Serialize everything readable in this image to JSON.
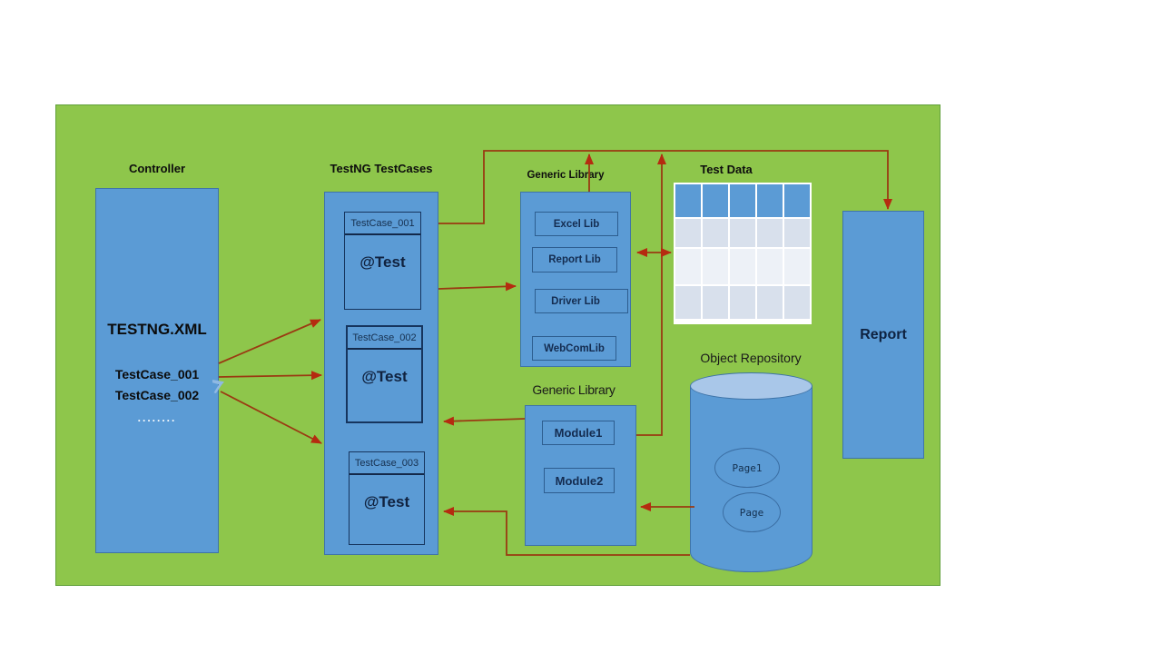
{
  "diagram": {
    "controller": {
      "heading": "Controller",
      "file": "TESTNG.XML",
      "case1": "TestCase_001",
      "case2": "TestCase_002",
      "ellipsis": "........"
    },
    "testng": {
      "heading": "TestNG TestCases",
      "cases": [
        {
          "name": "TestCase_001",
          "annotation": "@Test"
        },
        {
          "name": "TestCase_002",
          "annotation": "@Test"
        },
        {
          "name": "TestCase_003",
          "annotation": "@Test"
        }
      ]
    },
    "generic_library_top": {
      "heading": "Generic Library",
      "libs": [
        {
          "label": "Excel Lib"
        },
        {
          "label": "Report Lib"
        },
        {
          "label": "Driver Lib"
        },
        {
          "label": "WebComLib"
        }
      ]
    },
    "test_data": {
      "heading": "Test Data",
      "columns": 5,
      "body_rows": 3
    },
    "report": {
      "label": "Report"
    },
    "object_repository": {
      "heading": "Object Repository",
      "pages": [
        {
          "label": "Page1"
        },
        {
          "label": "Page"
        }
      ]
    },
    "generic_library_bottom": {
      "heading": "Generic Library",
      "modules": [
        {
          "label": "Module1"
        },
        {
          "label": "Module2"
        }
      ]
    },
    "connections": [
      {
        "from": "TESTNG.XML",
        "to": "TestCase_001 box",
        "arrow": "right"
      },
      {
        "from": "TESTNG.XML",
        "to": "TestCase_002 box",
        "arrow": "right"
      },
      {
        "from": "TESTNG.XML",
        "to": "TestCase_003 box",
        "arrow": "right"
      },
      {
        "from": "TestCase_001 box",
        "to": "Report",
        "arrow": "elbow down into Report"
      },
      {
        "from": "Generic Library (top)",
        "to": "top line to Report",
        "arrow": "up"
      },
      {
        "from": "Generic Library (bottom)",
        "to": "top line to Report",
        "arrow": "up"
      },
      {
        "from": "Generic Library (top)",
        "to": "Test Data table",
        "arrow": "double"
      },
      {
        "from": "TestCase_001 box",
        "to": "Generic Library (top)",
        "arrow": "right"
      },
      {
        "from": "Generic Library (bottom)",
        "to": "TestCase_002 box",
        "arrow": "left"
      },
      {
        "from": "Object Repository",
        "to": "Generic Library (bottom)",
        "arrow": "left"
      },
      {
        "from": "Object Repository",
        "to": "TestCase_003 box",
        "arrow": "elbow left"
      }
    ],
    "colors": {
      "background": "#ffffff",
      "canvas_green": "#8ec64b",
      "box_blue": "#5b9bd5",
      "box_border": "#3f74a8",
      "subbox_border": "#16355e",
      "cylinder_top": "#a9c7e9",
      "table_header": "#5b9bd5",
      "table_row_light": "#d8e0ec",
      "table_row_lighter": "#edf1f7",
      "arrow_line": "#9a3a12",
      "arrow_head": "#b52b10",
      "ellipsis_white": "#ffffff"
    }
  }
}
